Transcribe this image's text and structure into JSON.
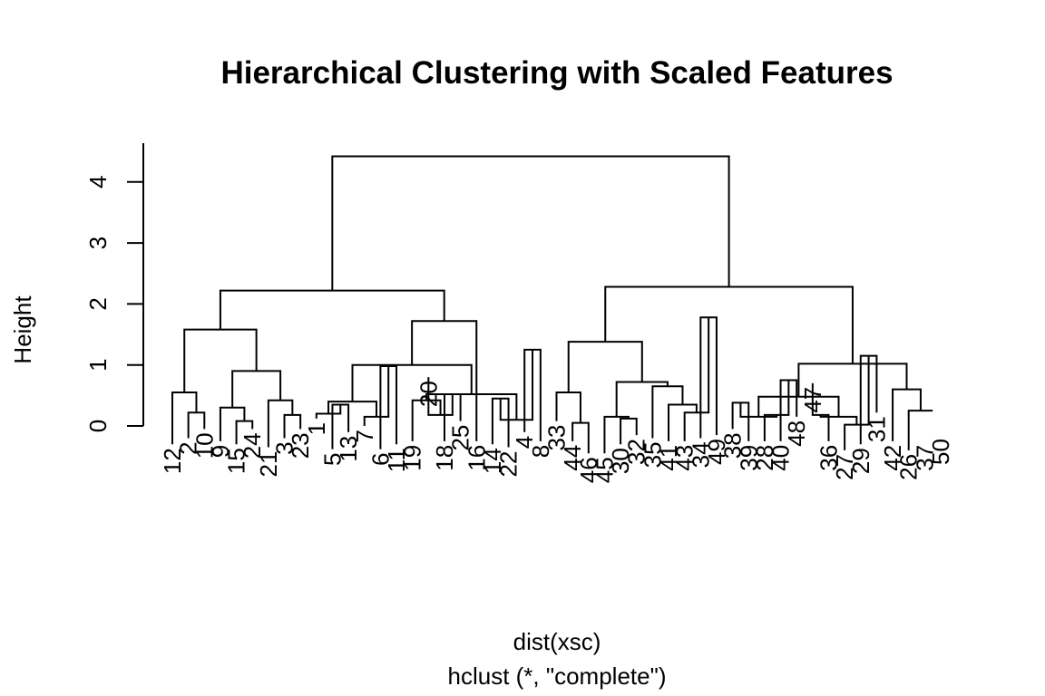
{
  "chart_data": {
    "type": "dendrogram",
    "title": "Hierarchical Clustering with Scaled Features",
    "ylabel": "Height",
    "xlabel": "dist(xsc)",
    "sub": "hclust (*, \"complete\")",
    "ylim": [
      0,
      4.5
    ],
    "yticks": [
      0,
      1,
      2,
      3,
      4
    ],
    "leaf_order": [
      12,
      2,
      10,
      9,
      15,
      24,
      21,
      3,
      23,
      1,
      5,
      13,
      7,
      6,
      11,
      19,
      20,
      18,
      25,
      16,
      14,
      22,
      4,
      8,
      33,
      44,
      46,
      45,
      30,
      32,
      35,
      41,
      43,
      34,
      49,
      38,
      39,
      28,
      40,
      48,
      47,
      36,
      27,
      29,
      31,
      42,
      26,
      37,
      50
    ],
    "tree": [
      [
        [
          [
            12,
            [
              2,
              10
            ]
          ],
          [
            [
              9,
              [
                15,
                24
              ]
            ],
            [
              21,
              [
                3,
                23
              ]
            ]
          ]
        ],
        [
          [
            [
              [
                1,
                [
                  5,
                  13
                ]
              ],
              [
                7,
                [
                  6,
                  11
                ]
              ]
            ],
            [
              [
                19,
                [
                  20,
                  [
                    18,
                    25
                  ]
                ]
              ],
              [
                [
                  14,
                  22
                ],
                [
                  4,
                  8
                ]
              ]
            ]
          ],
          16
        ]
      ],
      [
        [
          [
            33,
            [
              44,
              46
            ]
          ],
          [
            [
              45,
              [
                30,
                32
              ]
            ],
            [
              35,
              [
                41,
                [
                  43,
                  [
                    34,
                    49
                  ]
                ]
              ]
            ]
          ]
        ],
        [
          [
            [
              [
                38,
                39
              ],
              [
                28,
                [
                  40,
                  48
                ]
              ]
            ],
            [
              [
                47,
                36
              ],
              [
                27,
                [
                  29,
                  31
                ]
              ]
            ]
          ],
          [
            42,
            [
              26,
              [
                37,
                50
              ]
            ]
          ]
        ]
      ]
    ],
    "merge_heights": [
      4.42,
      2.22,
      1.58,
      0.55,
      0.22,
      0.9,
      0.3,
      0.08,
      0.42,
      0.18,
      1.72,
      1.0,
      0.4,
      0.2,
      0.35,
      0.15,
      0.98,
      0.52,
      0.42,
      0.18,
      0.52,
      0.1,
      0.45,
      1.25,
      2.28,
      1.38,
      0.55,
      0.05,
      0.72,
      0.15,
      0.12,
      0.65,
      0.35,
      0.22,
      1.78,
      1.02,
      0.48,
      0.15,
      0.38,
      0.18,
      0.75,
      0.15,
      0.18,
      0.02,
      1.15,
      0.6,
      0.25
    ],
    "leaf_heights": [
      0.12,
      -0.2,
      -0.2,
      -0.1,
      -0.38,
      -0.38,
      0.0,
      -0.25,
      -0.25,
      -0.05,
      -0.3,
      -0.3,
      -0.1,
      -0.3,
      -0.3,
      -0.25,
      -0.2,
      -0.25,
      -0.25,
      0.8,
      -0.35,
      -0.35,
      -0.05,
      -0.05,
      0.08,
      -0.4,
      -0.4,
      -0.25,
      -0.3,
      -0.3,
      0.22,
      -0.15,
      0.08,
      -0.2,
      -0.2,
      -0.25,
      -0.25,
      -0.05,
      -0.25,
      -0.25,
      -0.25,
      -0.25,
      -0.25,
      -0.25,
      -0.45,
      -0.45,
      0.7,
      0.15,
      -0.15,
      -0.15
    ]
  }
}
